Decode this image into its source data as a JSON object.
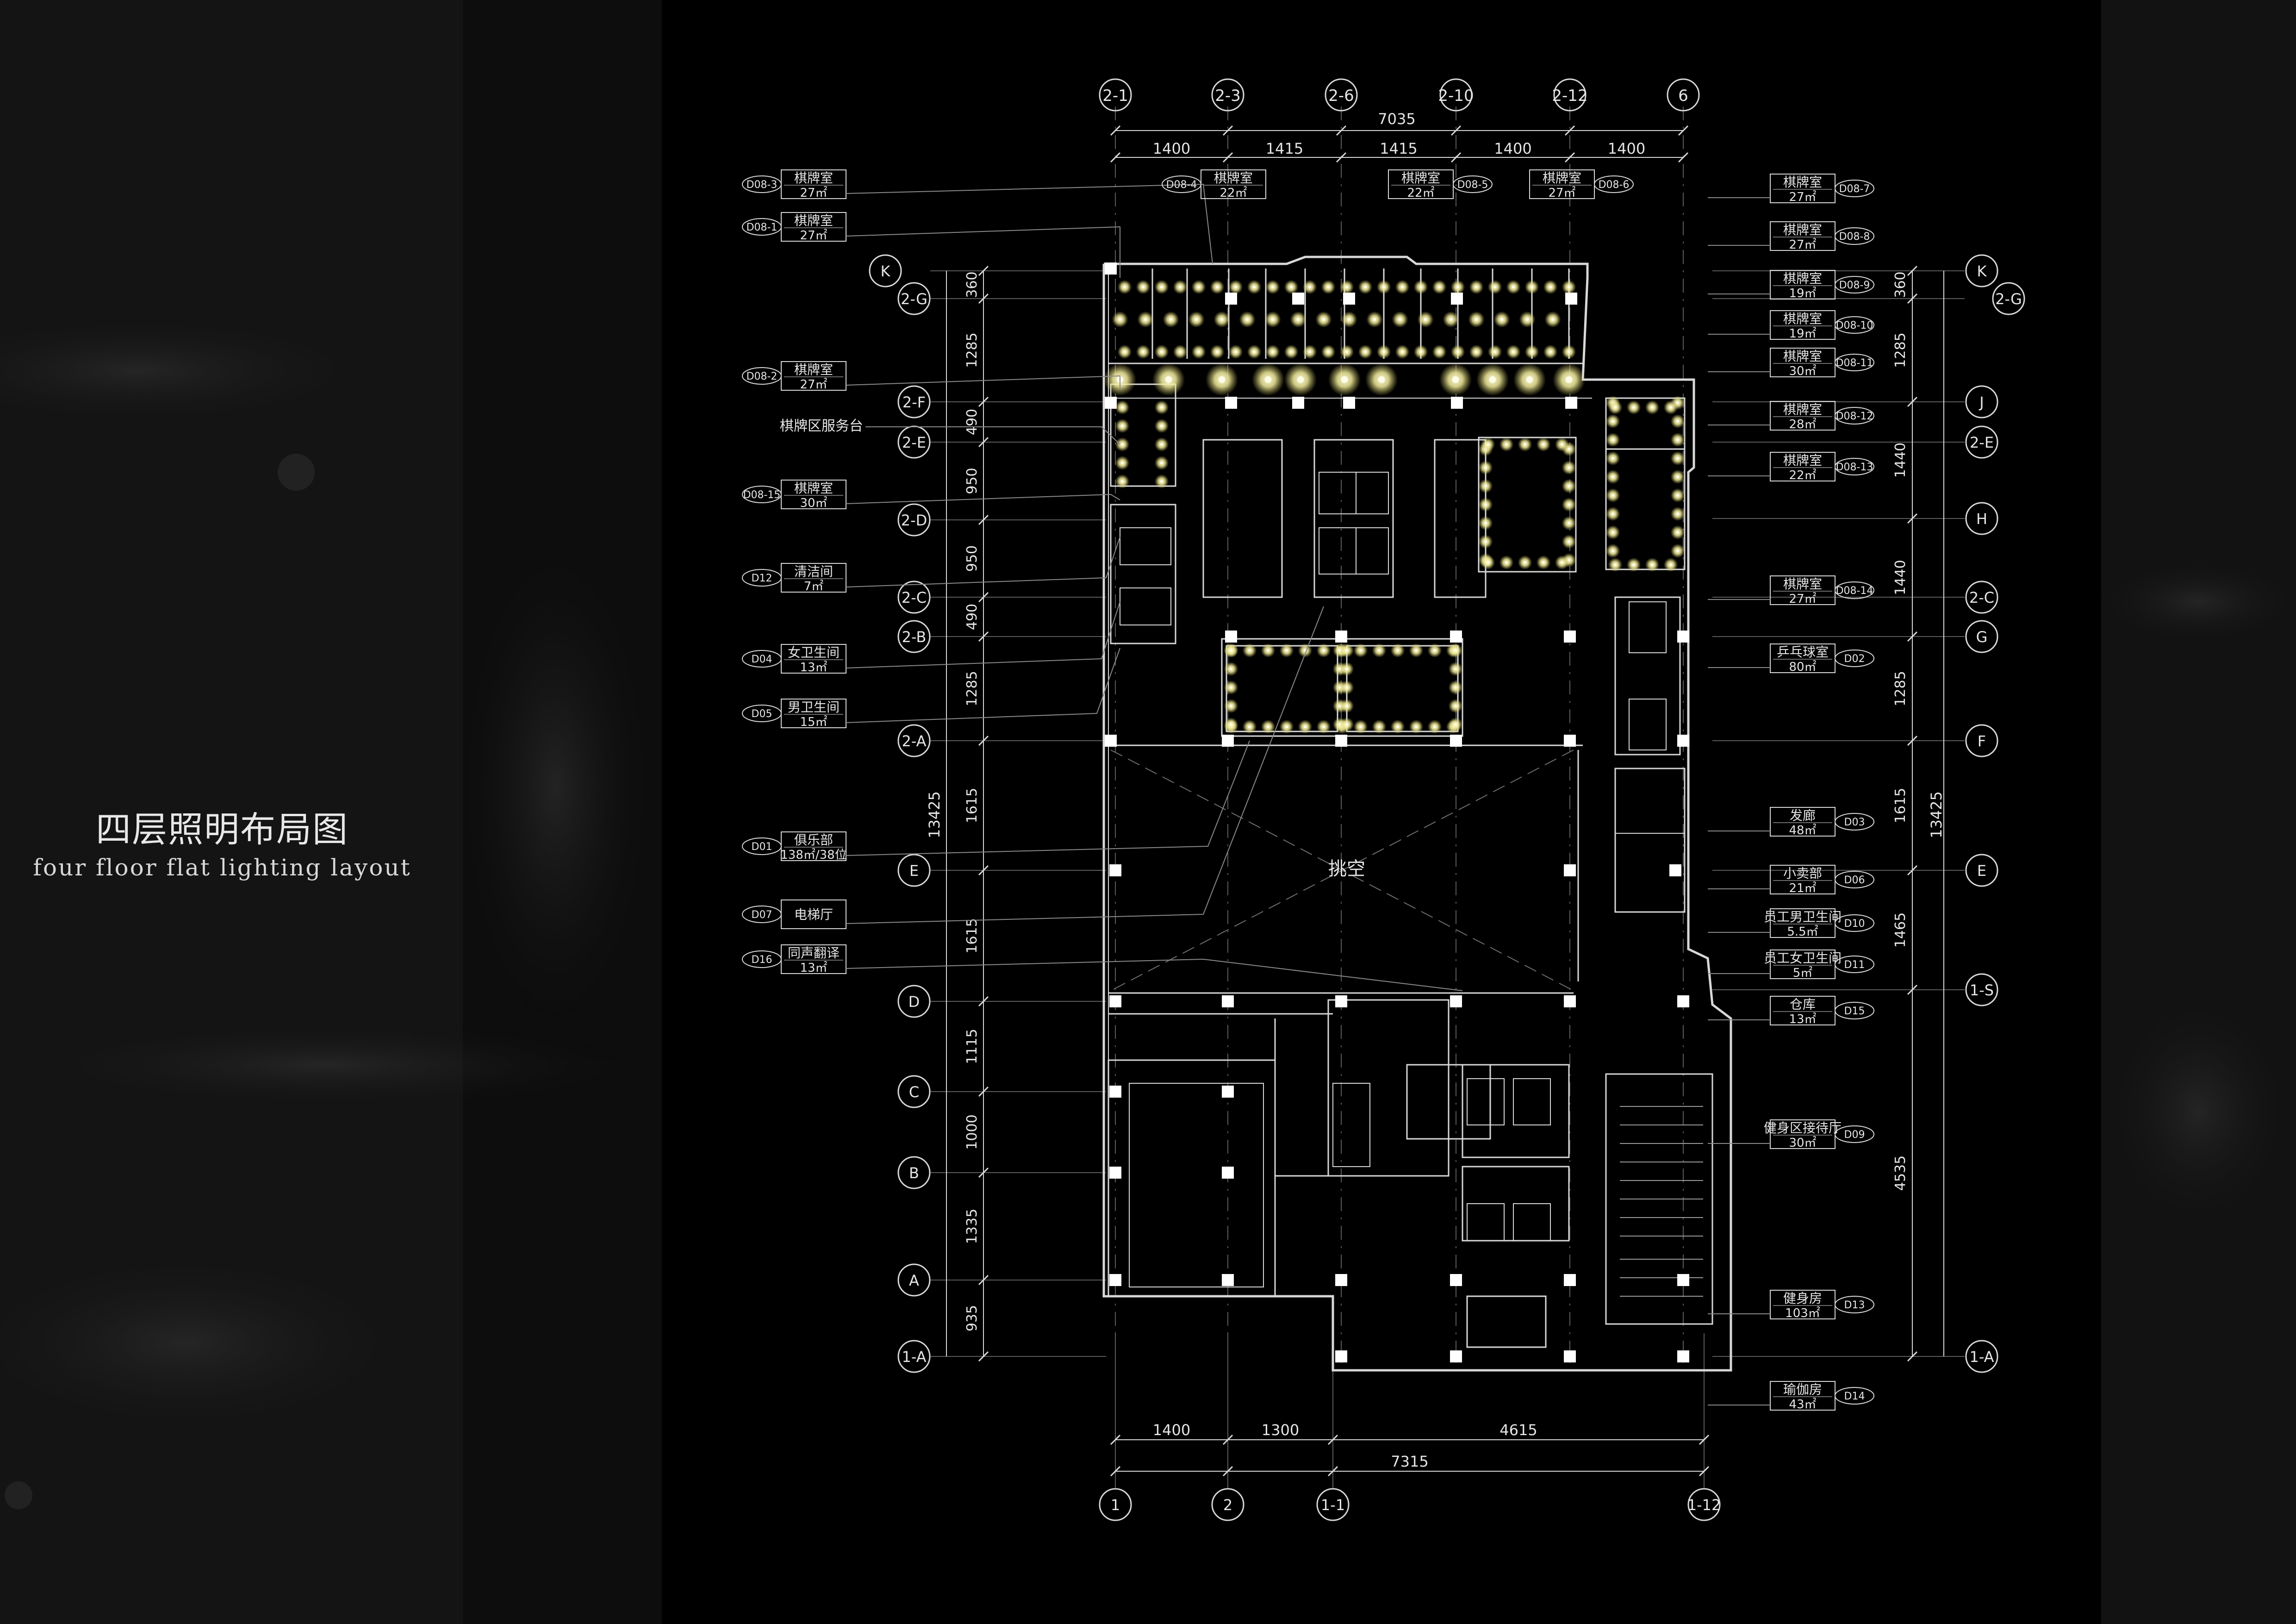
{
  "title": {
    "zh": "四层照明布局图",
    "en": "four floor flat lighting layout"
  },
  "colors": {
    "background": "#000000",
    "panel_left": "#141414",
    "panel_right": "#101010",
    "line": "#d8d8d8",
    "light": "#f6f3b0",
    "glow": "#e9e27a"
  },
  "top_axes": [
    "2-1",
    "2-3",
    "2-6",
    "2-10",
    "2-12",
    "6"
  ],
  "bottom_axes": [
    "1",
    "2",
    "1-1",
    "1-12"
  ],
  "left_axes": [
    "K",
    "2-G",
    "2-F",
    "2-E",
    "2-D",
    "2-C",
    "2-B",
    "2-A",
    "E",
    "D",
    "C",
    "B",
    "A",
    "1-A"
  ],
  "right_axes": [
    "K",
    "2-G",
    "J",
    "2-E",
    "H",
    "2-C",
    "G",
    "F",
    "E",
    "1-S",
    "1-A"
  ],
  "top_dims": {
    "total": "7035",
    "segments": [
      "1400",
      "1415",
      "1415",
      "1400",
      "1400"
    ]
  },
  "bottom_dims": {
    "total": "7315",
    "segments": [
      "1400",
      "1300",
      "4615"
    ]
  },
  "left_dims": {
    "total": "13425",
    "segments": [
      "360",
      "1285",
      "490",
      "950",
      "950",
      "490",
      "1285",
      "1615",
      "1615",
      "1115",
      "1000",
      "1335",
      "935"
    ]
  },
  "right_dims": {
    "total": "13425",
    "segments": [
      "360",
      "1285",
      "1440",
      "1440",
      "1285",
      "1615",
      "1465",
      "4535"
    ]
  },
  "center_label": "挑空",
  "labels_left": [
    {
      "code": "D08-3",
      "name": "棋牌室",
      "area": "27㎡"
    },
    {
      "code": "D08-1",
      "name": "棋牌室",
      "area": "27㎡"
    },
    {
      "code": "D08-2",
      "name": "棋牌室",
      "area": "27㎡"
    },
    {
      "code": "",
      "name": "棋牌区服务台",
      "area": ""
    },
    {
      "code": "D08-15",
      "name": "棋牌室",
      "area": "30㎡"
    },
    {
      "code": "D12",
      "name": "清洁间",
      "area": "7㎡"
    },
    {
      "code": "D04",
      "name": "女卫生间",
      "area": "13㎡"
    },
    {
      "code": "D05",
      "name": "男卫生间",
      "area": "15㎡"
    },
    {
      "code": "D01",
      "name": "俱乐部",
      "area": "138㎡/38位"
    },
    {
      "code": "D07",
      "name": "电梯厅",
      "area": ""
    },
    {
      "code": "D16",
      "name": "同声翻译",
      "area": "13㎡"
    }
  ],
  "labels_top": [
    {
      "code": "D08-4",
      "name": "棋牌室",
      "area": "22㎡"
    },
    {
      "code": "D08-5",
      "name": "棋牌室",
      "area": "22㎡"
    },
    {
      "code": "D08-6",
      "name": "棋牌室",
      "area": "27㎡"
    }
  ],
  "labels_right": [
    {
      "code": "D08-7",
      "name": "棋牌室",
      "area": "27㎡"
    },
    {
      "code": "D08-8",
      "name": "棋牌室",
      "area": "27㎡"
    },
    {
      "code": "D08-9",
      "name": "棋牌室",
      "area": "19㎡"
    },
    {
      "code": "D08-10",
      "name": "棋牌室",
      "area": "19㎡"
    },
    {
      "code": "D08-11",
      "name": "棋牌室",
      "area": "30㎡"
    },
    {
      "code": "D08-12",
      "name": "棋牌室",
      "area": "28㎡"
    },
    {
      "code": "D08-13",
      "name": "棋牌室",
      "area": "22㎡"
    },
    {
      "code": "D08-14",
      "name": "棋牌室",
      "area": "27㎡"
    },
    {
      "code": "D02",
      "name": "乒乓球室",
      "area": "80㎡"
    },
    {
      "code": "D03",
      "name": "发廊",
      "area": "48㎡"
    },
    {
      "code": "D06",
      "name": "小卖部",
      "area": "21㎡"
    },
    {
      "code": "D10",
      "name": "员工男卫生间",
      "area": "5.5㎡"
    },
    {
      "code": "D11",
      "name": "员工女卫生间",
      "area": "5㎡"
    },
    {
      "code": "D15",
      "name": "仓库",
      "area": "13㎡"
    },
    {
      "code": "D09",
      "name": "健身区接待厅",
      "area": "30㎡"
    },
    {
      "code": "D13",
      "name": "健身房",
      "area": "103㎡"
    },
    {
      "code": "D14",
      "name": "瑜伽房",
      "area": "43㎡"
    }
  ]
}
